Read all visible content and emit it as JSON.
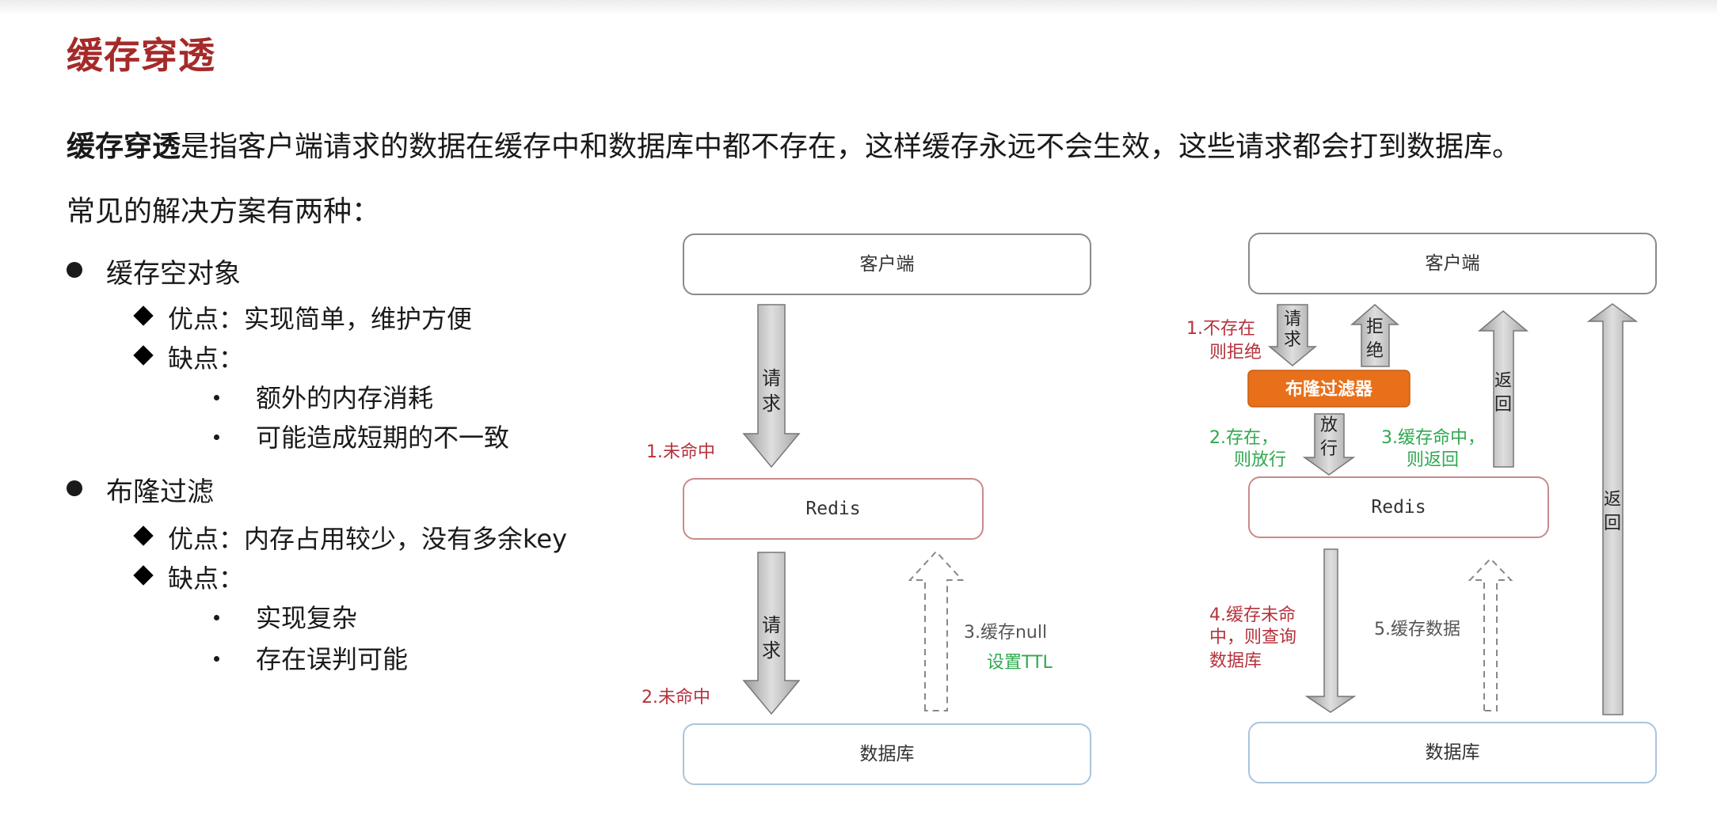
{
  "title": "缓存穿透",
  "intro": {
    "bold": "缓存穿透",
    "rest": "是指客户端请求的数据在缓存中和数据库中都不存在，这样缓存永远不会生效，这些请求都会打到数据库。"
  },
  "subtitle": "常见的解决方案有两种：",
  "solutions": [
    {
      "name": "缓存空对象",
      "pros": "优点：实现简单，维护方便",
      "cons": "缺点：",
      "cons_items": [
        "额外的内存消耗",
        "可能造成短期的不一致"
      ]
    },
    {
      "name": "布隆过滤",
      "pros": "优点：内存占用较少，没有多余key",
      "cons": "缺点：",
      "cons_items": [
        "实现复杂",
        "存在误判可能"
      ]
    }
  ],
  "diagram1": {
    "client": "客户端",
    "redis": "Redis",
    "db": "数据库",
    "request1": "请求",
    "miss1": "1.未命中",
    "request2": "请求",
    "miss2": "2.未命中",
    "cache_null": "3.缓存null",
    "set_ttl": "设置TTL"
  },
  "diagram2": {
    "client": "客户端",
    "bloom": "布隆过滤器",
    "redis": "Redis",
    "db": "数据库",
    "request": "请求",
    "reject": "拒绝",
    "release": "放行",
    "return1": "返回",
    "return2": "返回",
    "step1_line1": "1.不存在",
    "step1_line2": "则拒绝",
    "step2_line1": "2.存在，",
    "step2_line2": "则放行",
    "step3_line1": "3.缓存命中，",
    "step3_line2": "则返回",
    "step4_line1": "4.缓存未命",
    "step4_line2": "中，则查询",
    "step4_line3": "数据库",
    "step5": "5.缓存数据"
  },
  "colors": {
    "title": "#a52a2a",
    "red_label": "#b5323c",
    "green_label": "#2fa84f",
    "bloom_fill": "#e8701a",
    "arrow_gray": "#c9c9c9",
    "redis_border": "#c98a8a",
    "db_border": "#a9c4dc"
  }
}
